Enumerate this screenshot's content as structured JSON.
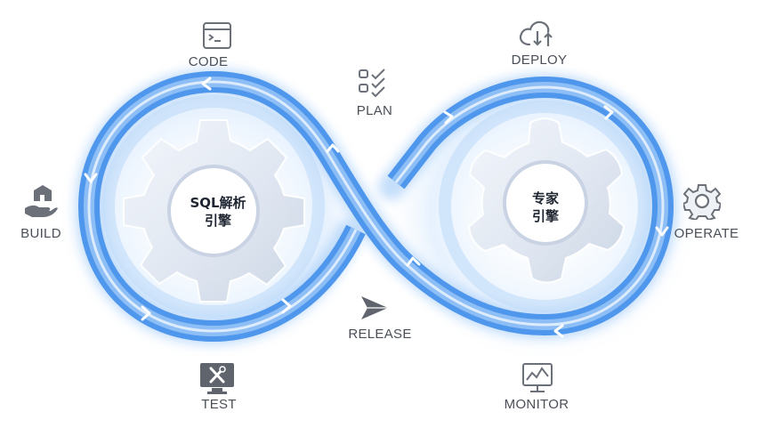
{
  "stages": {
    "code": "CODE",
    "plan": "PLAN",
    "deploy": "DEPLOY",
    "operate": "OPERATE",
    "monitor": "MONITOR",
    "release": "RELEASE",
    "test": "TEST",
    "build": "BUILD"
  },
  "engines": {
    "left_line1": "SQL解析",
    "left_line2": "引擎",
    "right_line1": "专家",
    "right_line2": "引擎"
  },
  "colors": {
    "loop_blue": "#5aa3f2",
    "loop_light": "#cfe4fb",
    "icon_gray": "#6b7079",
    "text_dark": "#1e2530"
  },
  "icons": {
    "code": "terminal-icon",
    "plan": "checklist-icon",
    "deploy": "cloud-transfer-icon",
    "operate": "gear-icon",
    "monitor": "monitor-chart-icon",
    "release": "paper-plane-icon",
    "test": "tools-monitor-icon",
    "build": "hand-house-icon"
  }
}
